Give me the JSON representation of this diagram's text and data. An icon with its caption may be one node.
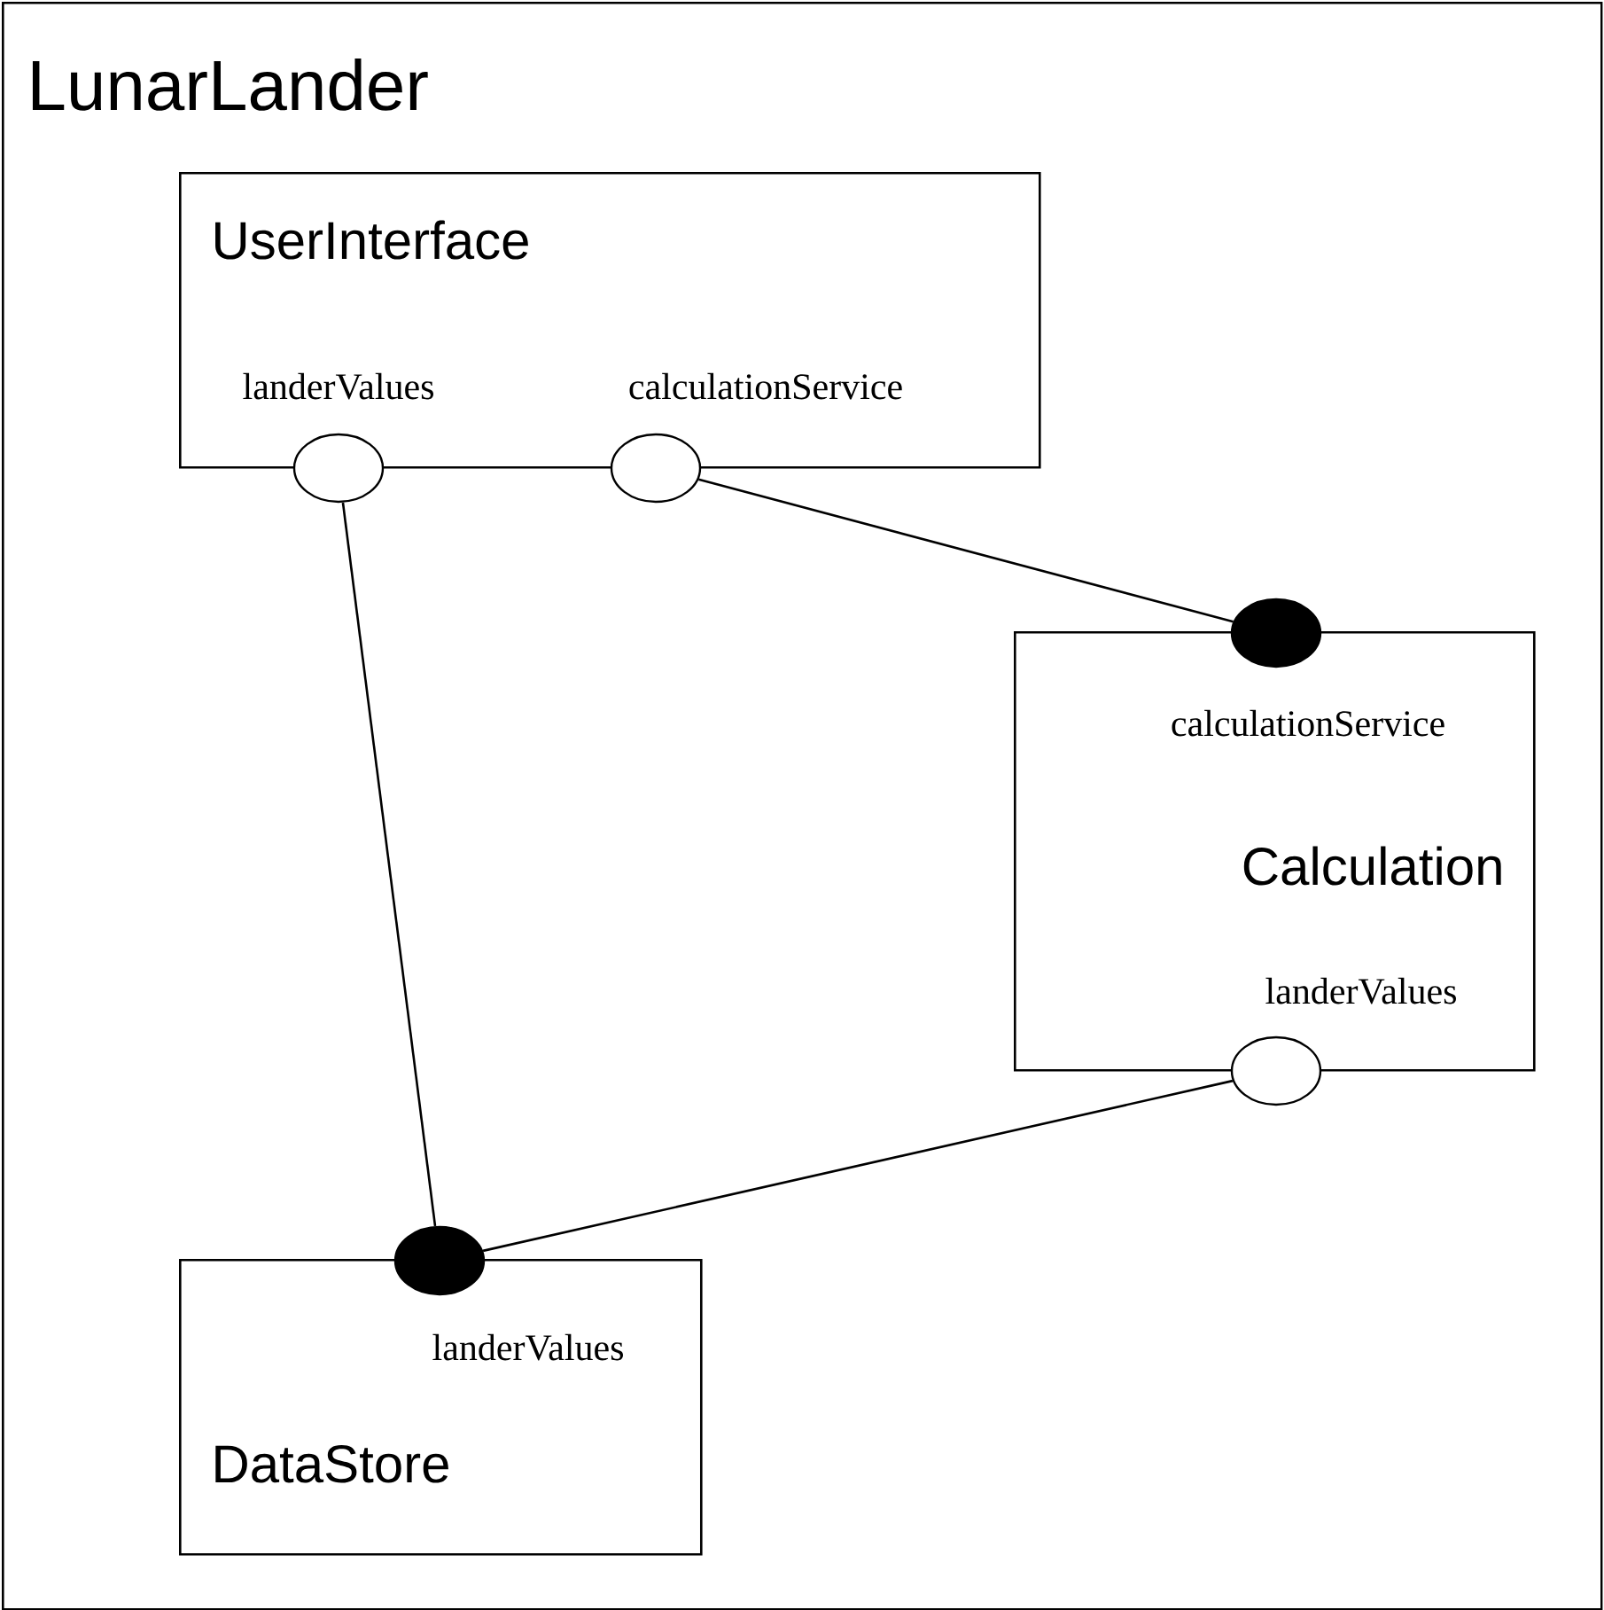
{
  "diagram": {
    "nodes": [
      {
        "text": [
          "LunarLander"
        ]
      },
      {
        "text": [
          "UserInterface"
        ],
        "in": 0
      },
      {
        "text": [],
        "shape": "circle",
        "in": 0
      },
      {
        "text": [],
        "shape": "circle",
        "in": 0
      },
      {
        "text": [
          "Calculation"
        ],
        "in": 0
      },
      {
        "text": [],
        "shape": "dot",
        "in": 0
      },
      {
        "text": [],
        "shape": "circle",
        "in": 0
      },
      {
        "text": [
          "DataStore"
        ],
        "in": 0
      },
      {
        "text": [],
        "shape": "dot",
        "in": 0
      }
    ],
    "edges": [
      {
        "from": 3,
        "to": 5,
        "arrow": "none"
      },
      {
        "from": 2,
        "to": 8,
        "arrow": "none"
      },
      {
        "from": 6,
        "to": 8,
        "arrow": "none"
      }
    ],
    "labels": [
      "landerValues",
      "calculationService",
      "calculationService",
      "landerValues",
      "landerValues"
    ]
  }
}
